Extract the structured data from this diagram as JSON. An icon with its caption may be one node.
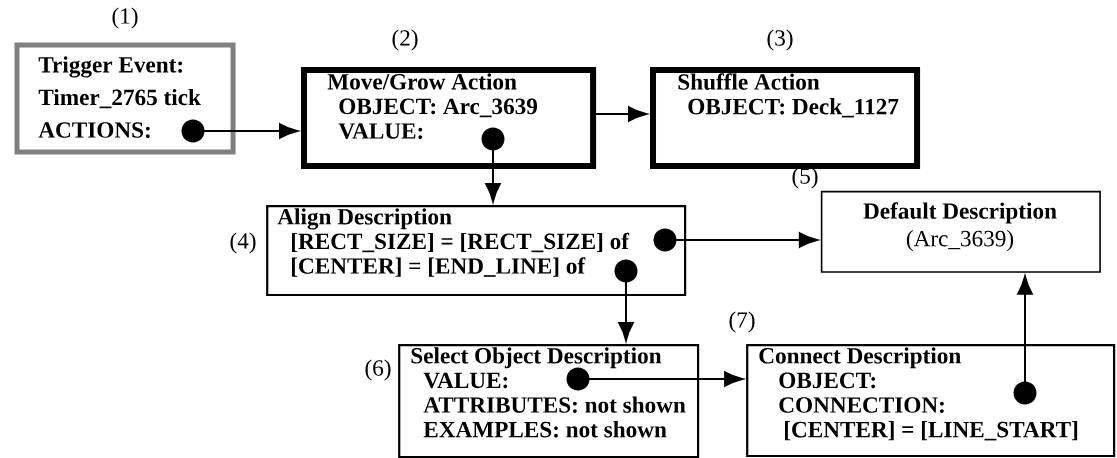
{
  "diagram": {
    "nodes": [
      {
        "text": [
          "Trigger Event:",
          "Timer_2765 tick",
          "ACTIONS:"
        ],
        "beside": [
          "(1)"
        ]
      },
      {
        "text": [
          "Move/Grow Action",
          "OBJECT: Arc_3639",
          "VALUE:"
        ],
        "beside": [
          "(2)"
        ]
      },
      {
        "text": [
          "Shuffle Action",
          "OBJECT: Deck_1127"
        ],
        "beside": [
          "(3)"
        ]
      },
      {
        "text": [
          "Align Description",
          "[RECT_SIZE] = [RECT_SIZE] of",
          "[CENTER] = [END_LINE] of"
        ],
        "beside": [
          "(4)"
        ]
      },
      {
        "text": [
          "Default Description",
          "(Arc_3639)"
        ],
        "beside": [
          "(5)"
        ]
      },
      {
        "text": [
          "Select Object Description",
          "VALUE:",
          "ATTRIBUTES: not shown",
          "EXAMPLES: not shown"
        ],
        "beside": [
          "(6)"
        ]
      },
      {
        "text": [
          "Connect Description",
          "OBJECT:",
          "CONNECTION:",
          "[CENTER] = [LINE_START]"
        ],
        "beside": [
          "(7)"
        ]
      }
    ],
    "edges": [
      {
        "from": 0,
        "to": 1,
        "arrow": "to"
      },
      {
        "from": 1,
        "to": 2,
        "arrow": "to"
      },
      {
        "from": 1,
        "to": 3,
        "arrow": "to"
      },
      {
        "from": 3,
        "to": 4,
        "arrow": "to"
      },
      {
        "from": 3,
        "to": 5,
        "arrow": "to"
      },
      {
        "from": 5,
        "to": 6,
        "arrow": "to"
      },
      {
        "from": 6,
        "to": 4,
        "arrow": "to"
      }
    ]
  }
}
